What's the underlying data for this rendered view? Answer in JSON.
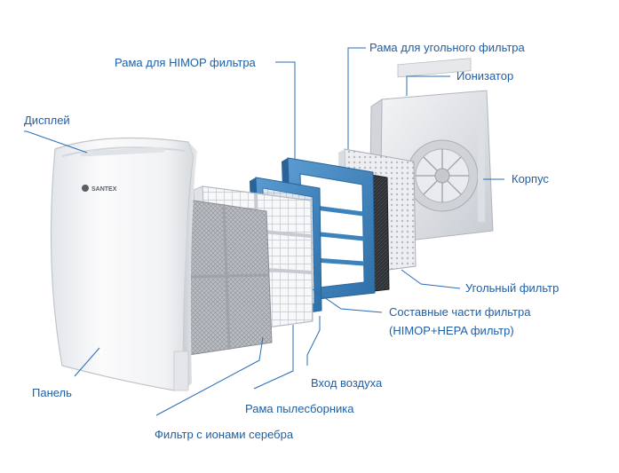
{
  "diagram": {
    "brand_text": "SANTEX",
    "labels": {
      "display": "Дисплей",
      "himop_frame": "Рама для HIMOP фильтра",
      "carbon_frame": "Рама для угольного фильтра",
      "ionizer": "Ионизатор",
      "housing": "Корпус",
      "carbon_filter": "Угольный фильтр",
      "filter_parts_line1": "Составные части фильтра",
      "filter_parts_line2": "(HIMOP+HEPA фильтр)",
      "air_inlet": "Вход воздуха",
      "dust_frame": "Рама пылесборника",
      "silver_filter": "Фильтр с ионами серебра",
      "panel": "Панель"
    },
    "colors": {
      "label_text": "#1d5fa8",
      "leader_line": "#2a6cb8",
      "blue_frame": "#3c82bd",
      "panel_white": "#f2f3f5",
      "mesh_gray": "#a9adb2",
      "carbon_dark": "#2c2f33"
    },
    "components": [
      {
        "name": "panel",
        "icon": "front-panel-icon"
      },
      {
        "name": "silver-ion-filter",
        "icon": "mesh-filter-icon"
      },
      {
        "name": "dust-collector-frame",
        "icon": "grid-frame-icon"
      },
      {
        "name": "hepa-filter",
        "icon": "hepa-filter-icon"
      },
      {
        "name": "himop-frame",
        "icon": "blue-frame-icon"
      },
      {
        "name": "carbon-filter",
        "icon": "carbon-filter-icon"
      },
      {
        "name": "carbon-frame",
        "icon": "carbon-frame-icon"
      },
      {
        "name": "housing",
        "icon": "housing-icon"
      }
    ]
  }
}
